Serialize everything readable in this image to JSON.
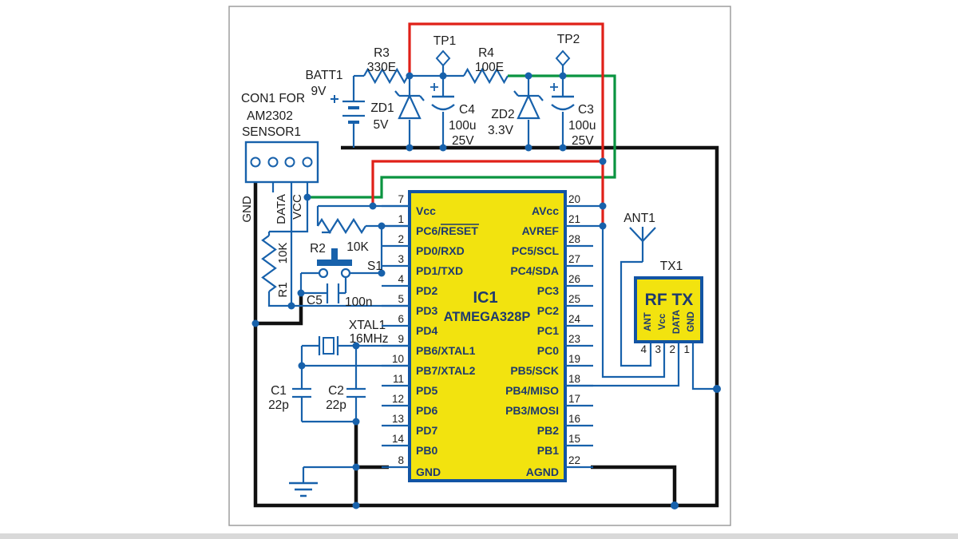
{
  "schematic": {
    "power": {
      "battery_ref": "BATT1",
      "battery_value": "9V",
      "plus_sign": "+",
      "r3_ref": "R3",
      "r3_value": "330E",
      "r4_ref": "R4",
      "r4_value": "100E",
      "tp1_ref": "TP1",
      "tp2_ref": "TP2",
      "zd1_ref": "ZD1",
      "zd1_value": "5V",
      "zd2_ref": "ZD2",
      "zd2_value": "3.3V",
      "c4_ref": "C4",
      "c4_value": "100u",
      "c4_voltage": "25V",
      "c3_ref": "C3",
      "c3_value": "100u",
      "c3_voltage": "25V"
    },
    "connector": {
      "title_line1": "CON1 FOR",
      "title_line2": "AM2302",
      "title_line3": "SENSOR1",
      "pin_gnd": "GND",
      "pin_data": "DATA",
      "pin_vcc": "VCC"
    },
    "reset_circuit": {
      "r2_ref": "R2",
      "r2_value": "10K",
      "s1_ref": "S1",
      "c5_ref": "C5",
      "c5_value": "100n"
    },
    "data_pullup": {
      "r1_ref": "R1",
      "r1_value": "10K"
    },
    "crystal": {
      "ref": "XTAL1",
      "value": "16MHz",
      "c1_ref": "C1",
      "c1_value": "22p",
      "c2_ref": "C2",
      "c2_value": "22p"
    },
    "ic": {
      "ref": "IC1",
      "part": "ATMEGA328P",
      "left_pins": [
        {
          "num": "7",
          "label": "Vcc"
        },
        {
          "num": "1",
          "label": "PC6/RESET"
        },
        {
          "num": "2",
          "label": "PD0/RXD"
        },
        {
          "num": "3",
          "label": "PD1/TXD"
        },
        {
          "num": "4",
          "label": "PD2"
        },
        {
          "num": "5",
          "label": "PD3"
        },
        {
          "num": "6",
          "label": "PD4"
        },
        {
          "num": "9",
          "label": "PB6/XTAL1"
        },
        {
          "num": "10",
          "label": "PB7/XTAL2"
        },
        {
          "num": "11",
          "label": "PD5"
        },
        {
          "num": "12",
          "label": "PD6"
        },
        {
          "num": "13",
          "label": "PD7"
        },
        {
          "num": "14",
          "label": "PB0"
        },
        {
          "num": "8",
          "label": "GND"
        }
      ],
      "right_pins": [
        {
          "num": "20",
          "label": "AVcc"
        },
        {
          "num": "21",
          "label": "AVREF"
        },
        {
          "num": "28",
          "label": "PC5/SCL"
        },
        {
          "num": "27",
          "label": "PC4/SDA"
        },
        {
          "num": "26",
          "label": "PC3"
        },
        {
          "num": "25",
          "label": "PC2"
        },
        {
          "num": "24",
          "label": "PC1"
        },
        {
          "num": "23",
          "label": "PC0"
        },
        {
          "num": "19",
          "label": "PB5/SCK"
        },
        {
          "num": "18",
          "label": "PB4/MISO"
        },
        {
          "num": "17",
          "label": "PB3/MOSI"
        },
        {
          "num": "16",
          "label": "PB2"
        },
        {
          "num": "15",
          "label": "PB1"
        },
        {
          "num": "22",
          "label": "AGND"
        }
      ]
    },
    "radio": {
      "antenna_ref": "ANT1",
      "module_ref": "TX1",
      "module_name": "RF TX",
      "pin_ant": "ANT",
      "pin_vcc": "Vcc",
      "pin_data": "DATA",
      "pin_gnd": "GND",
      "pin_num_4": "4",
      "pin_num_3": "3",
      "pin_num_2": "2",
      "pin_num_1": "1"
    },
    "colors": {
      "wire_blue": "#1761ab",
      "rail_5v_red": "#e02018",
      "rail_3v3_green": "#0a9440",
      "ground_black": "#111111",
      "module_fill_yellow": "#f2e30f",
      "module_border_blue": "#1254a4"
    }
  }
}
